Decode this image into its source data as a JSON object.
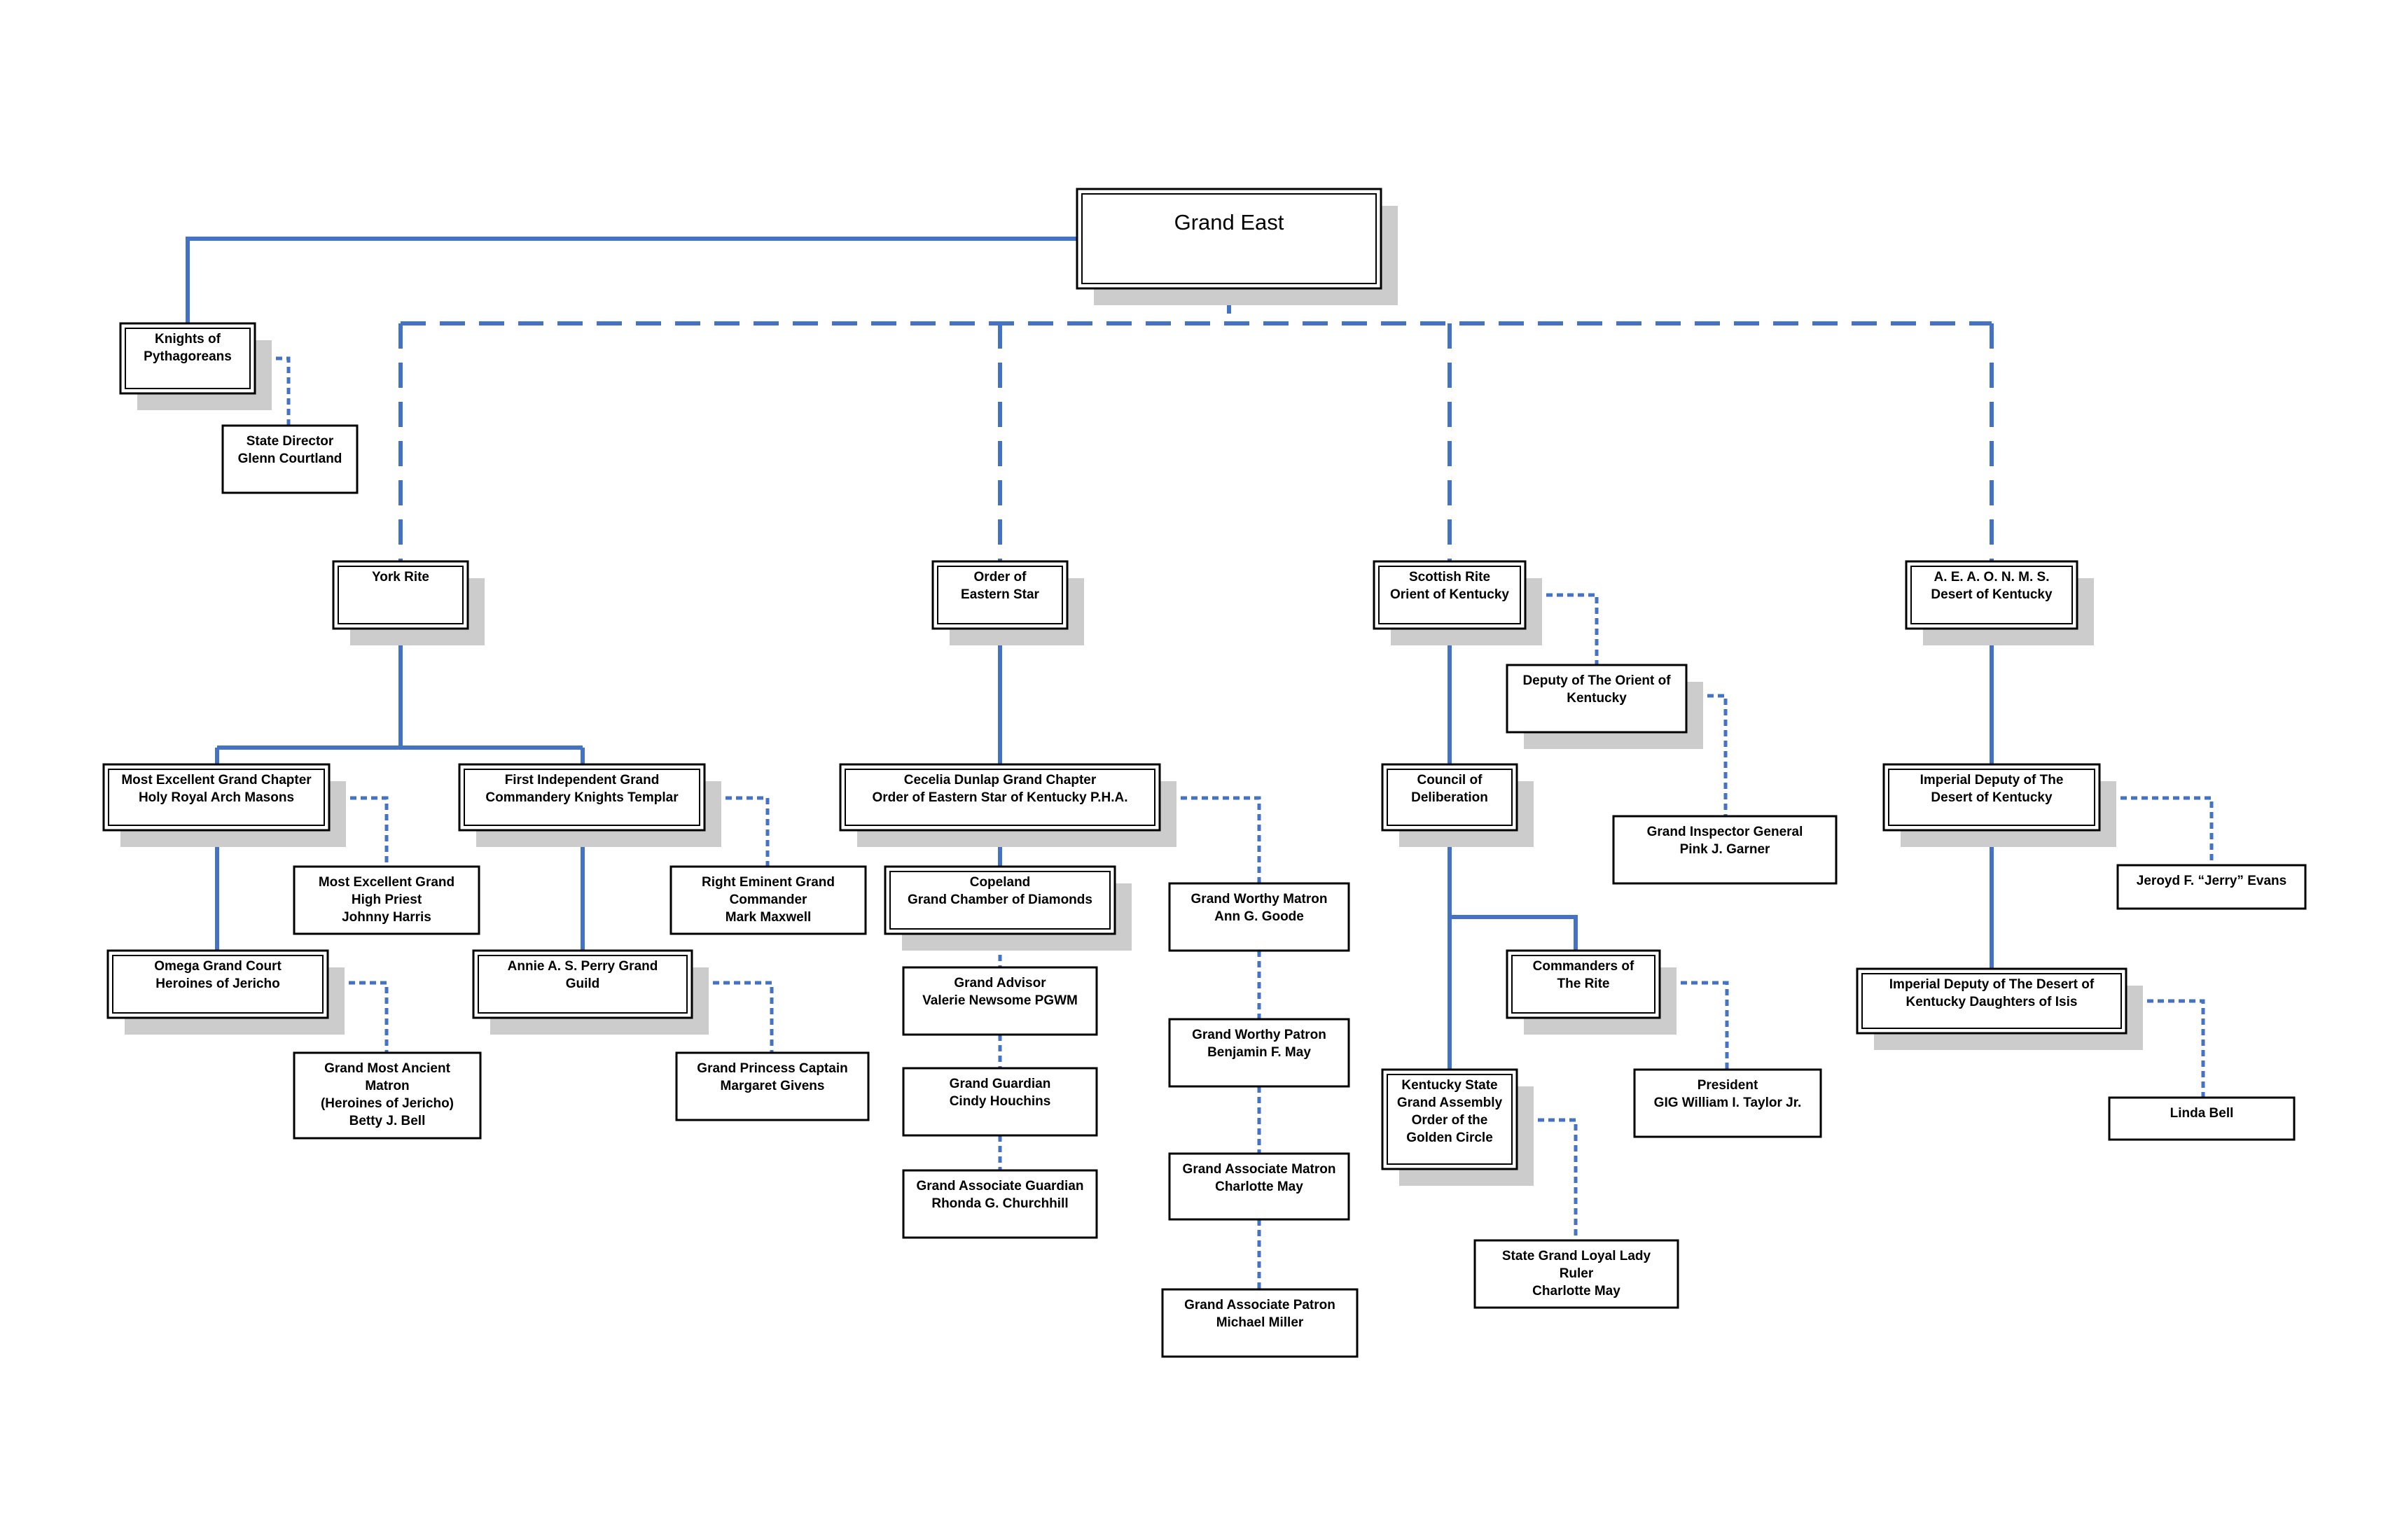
{
  "nodes": {
    "grand_east": {
      "lines": [
        "Grand East"
      ]
    },
    "knights": {
      "lines": [
        "Knights of",
        "Pythagoreans"
      ]
    },
    "state_director": {
      "lines": [
        "State Director",
        "Glenn Courtland"
      ]
    },
    "york_rite": {
      "lines": [
        "York Rite"
      ]
    },
    "order_eastern_star": {
      "lines": [
        "Order of",
        "Eastern Star"
      ]
    },
    "scottish_rite": {
      "lines": [
        "Scottish Rite",
        "Orient of Kentucky"
      ]
    },
    "aeaonms": {
      "lines": [
        "A. E. A. O. N. M. S.",
        "Desert of Kentucky"
      ]
    },
    "most_excellent_chapter": {
      "lines": [
        "Most Excellent Grand Chapter",
        "Holy Royal Arch Masons"
      ]
    },
    "first_independent": {
      "lines": [
        "First Independent Grand",
        "Commandery Knights Templar"
      ]
    },
    "cecelia": {
      "lines": [
        "Cecelia Dunlap Grand Chapter",
        "Order of Eastern Star of Kentucky P.H.A."
      ]
    },
    "deputy_orient": {
      "lines": [
        "Deputy of The Orient of",
        "Kentucky"
      ]
    },
    "council": {
      "lines": [
        "Council of",
        "Deliberation"
      ]
    },
    "imperial_deputy_desert": {
      "lines": [
        "Imperial Deputy of The",
        "Desert of Kentucky"
      ]
    },
    "most_excellent_priest": {
      "lines": [
        "Most Excellent Grand",
        "High Priest",
        "Johnny Harris"
      ]
    },
    "right_eminent": {
      "lines": [
        "Right Eminent Grand",
        "Commander",
        "Mark Maxwell"
      ]
    },
    "copeland": {
      "lines": [
        "Copeland",
        "Grand Chamber of Diamonds"
      ]
    },
    "grand_worthy_matron": {
      "lines": [
        "Grand Worthy Matron",
        "Ann G. Goode"
      ]
    },
    "grand_inspector": {
      "lines": [
        "Grand Inspector General",
        "Pink J. Garner"
      ]
    },
    "jeroyd": {
      "lines": [
        "Jeroyd F. “Jerry” Evans"
      ]
    },
    "omega": {
      "lines": [
        "Omega Grand Court",
        "Heroines of Jericho"
      ]
    },
    "annie": {
      "lines": [
        "Annie A. S. Perry Grand",
        "Guild"
      ]
    },
    "grand_advisor": {
      "lines": [
        "Grand Advisor",
        "Valerie Newsome PGWM"
      ]
    },
    "commanders": {
      "lines": [
        "Commanders of",
        "The Rite"
      ]
    },
    "imperial_daughters": {
      "lines": [
        "Imperial Deputy of The Desert of",
        "Kentucky Daughters of Isis"
      ]
    },
    "grand_worthy_patron": {
      "lines": [
        "Grand Worthy Patron",
        "Benjamin F. May"
      ]
    },
    "grand_most_ancient": {
      "lines": [
        "Grand Most Ancient",
        "Matron",
        "(Heroines of Jericho)",
        "Betty J. Bell"
      ]
    },
    "grand_princess": {
      "lines": [
        "Grand Princess Captain",
        "Margaret Givens"
      ]
    },
    "grand_guardian": {
      "lines": [
        "Grand Guardian",
        "Cindy Houchins"
      ]
    },
    "president": {
      "lines": [
        "President",
        "GIG William I. Taylor Jr."
      ]
    },
    "linda": {
      "lines": [
        "Linda Bell"
      ]
    },
    "kentucky_state": {
      "lines": [
        "Kentucky State",
        "Grand Assembly",
        "Order of the",
        "Golden Circle"
      ]
    },
    "grand_associate_guardian": {
      "lines": [
        "Grand Associate Guardian",
        "Rhonda G. Churchhill"
      ]
    },
    "grand_associate_matron": {
      "lines": [
        "Grand Associate Matron",
        "Charlotte May"
      ]
    },
    "state_grand_loyal": {
      "lines": [
        "State Grand Loyal Lady",
        "Ruler",
        "Charlotte May"
      ]
    },
    "grand_associate_patron": {
      "lines": [
        "Grand Associate Patron",
        "Michael Miller"
      ]
    }
  },
  "colors": {
    "connector": "#4472c4",
    "shadow": "#cccccc",
    "border": "#000000"
  }
}
